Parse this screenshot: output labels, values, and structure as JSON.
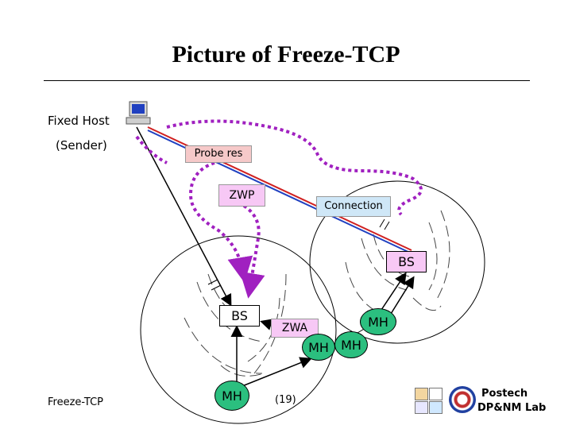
{
  "title": "Picture of Freeze-TCP",
  "fixed_host": {
    "line1": "Fixed Host",
    "line2": "(Sender)"
  },
  "labels": {
    "probe": "Probe res",
    "zwp": "ZWP",
    "connection": "Connection",
    "zwa": "ZWA"
  },
  "nodes": {
    "bs_right": "BS",
    "bs_left": "BS",
    "mh_right": "MH",
    "mh_center": "MH",
    "mh_right_low": "MH",
    "mh_bottom": "MH"
  },
  "footer": {
    "left": "Freeze-TCP",
    "page": "(19)",
    "org_line1": "Postech",
    "org_line2": "DP&NM Lab"
  },
  "colors": {
    "probe_box": "#f6c9c9",
    "zwp_box": "#f7c8f5",
    "connection_box": "#cfe7f7",
    "zwa_box": "#f7c8f5",
    "bs_right_box": "#f7c8f5",
    "mh_fill": "#2bbf7f",
    "dotted_path": "#a020c0",
    "link_red": "#d02020",
    "link_blue": "#2040c0"
  }
}
